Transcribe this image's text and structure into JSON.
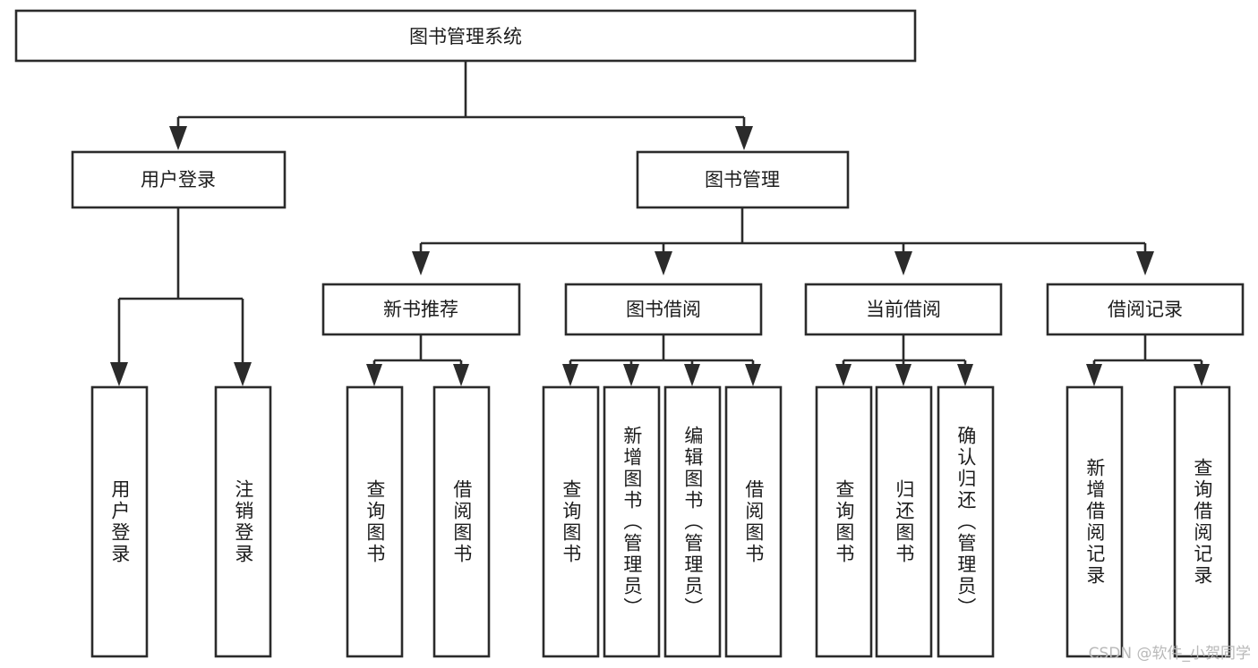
{
  "diagram": {
    "title": "图书管理系统",
    "type": "tree-hierarchy",
    "watermark": "CSDN @软件_小贺同学",
    "root": {
      "label": "图书管理系统"
    },
    "level2": [
      {
        "label": "用户登录"
      },
      {
        "label": "图书管理"
      }
    ],
    "level3": [
      {
        "label": "新书推荐"
      },
      {
        "label": "图书借阅"
      },
      {
        "label": "当前借阅"
      },
      {
        "label": "借阅记录"
      }
    ],
    "leaves": {
      "user_login": [
        {
          "label": "用户登录"
        },
        {
          "label": "注销登录"
        }
      ],
      "new_book_recommend": [
        {
          "label": "查询图书"
        },
        {
          "label": "借阅图书"
        }
      ],
      "book_borrow": [
        {
          "label": "查询图书"
        },
        {
          "label": "新增图书（管理员）"
        },
        {
          "label": "编辑图书（管理员）"
        },
        {
          "label": "借阅图书"
        }
      ],
      "current_borrow": [
        {
          "label": "查询图书"
        },
        {
          "label": "归还图书"
        },
        {
          "label": "确认归还（管理员）"
        }
      ],
      "borrow_record": [
        {
          "label": "新增借阅记录"
        },
        {
          "label": "查询借阅记录"
        }
      ]
    },
    "colors": {
      "stroke": "#2b2b2b",
      "fill": "#ffffff",
      "text": "#1c1c1c",
      "watermark": "#b9b9b9"
    }
  }
}
